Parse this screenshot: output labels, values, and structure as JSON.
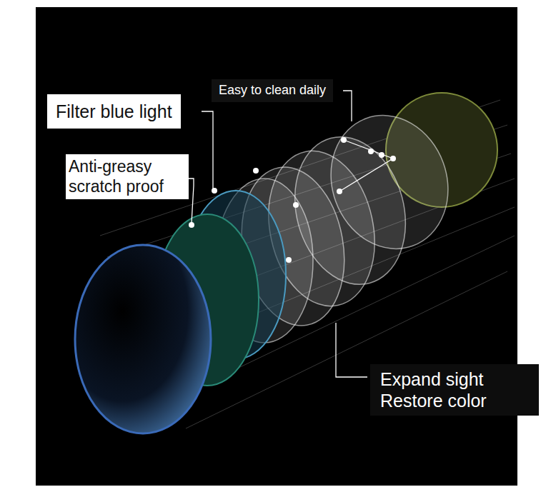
{
  "diagram": {
    "nodes": [
      {
        "text": [
          "Easy to clean daily"
        ]
      },
      {
        "text": [
          "Filter blue light"
        ]
      },
      {
        "text": [
          "Anti-greasy scratch proof"
        ]
      },
      {
        "text": [
          "Expand sight Restore color"
        ]
      }
    ]
  }
}
